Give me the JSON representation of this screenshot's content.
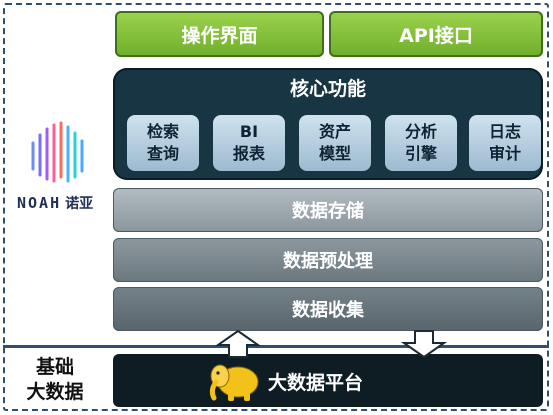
{
  "top_interfaces": [
    "操作界面",
    "API接口"
  ],
  "core": {
    "title": "核心功能",
    "modules": [
      {
        "line1": "检索",
        "line2": "查询"
      },
      {
        "line1": "BI",
        "line2": "报表"
      },
      {
        "line1": "资产",
        "line2": "模型"
      },
      {
        "line1": "分析",
        "line2": "引擎"
      },
      {
        "line1": "日志",
        "line2": "审计"
      }
    ]
  },
  "layers": {
    "storage": "数据存储",
    "preprocess": "数据预处理",
    "collection": "数据收集"
  },
  "foundation": {
    "label_line1": "基础",
    "label_line2": "大数据",
    "platform": "大数据平台"
  },
  "brand": {
    "latin": "NOAH",
    "chinese": "诺亚"
  },
  "colors": {
    "green_accent": "#7cbb36",
    "core_bg": "#173543",
    "platform_bg": "#0e1c24",
    "frame": "#2f4f6f"
  }
}
